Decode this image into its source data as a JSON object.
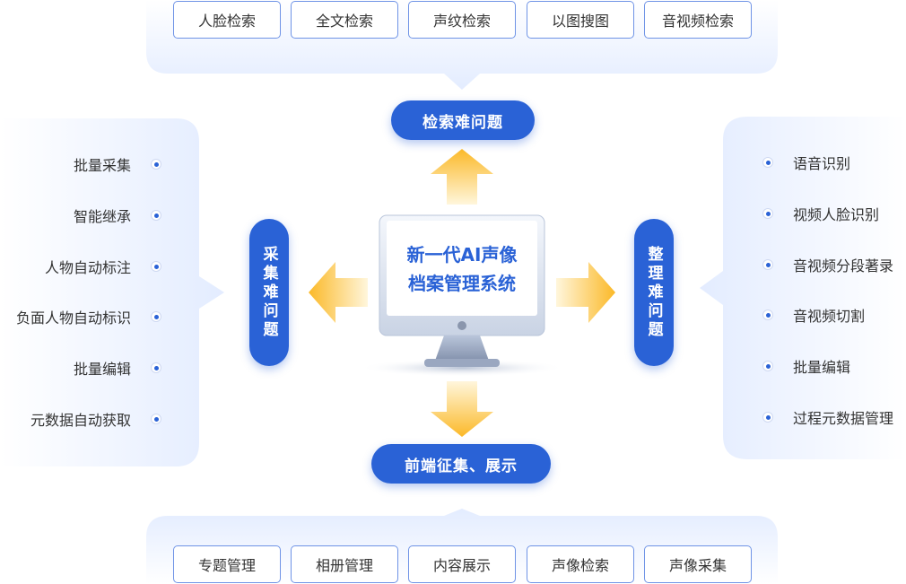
{
  "top_chips": [
    "人脸检索",
    "全文检索",
    "声纹检索",
    "以图搜图",
    "音视频检索"
  ],
  "bottom_chips": [
    "专题管理",
    "相册管理",
    "内容展示",
    "声像检索",
    "声像采集"
  ],
  "left_items": [
    "批量采集",
    "智能继承",
    "人物自动标注",
    "负面人物自动标识",
    "批量编辑",
    "元数据自动获取"
  ],
  "right_items": [
    "语音识别",
    "视频人脸识别",
    "音视频分段著录",
    "音视频切割",
    "批量编辑",
    "过程元数据管理"
  ],
  "center": {
    "line1": "新一代AI声像",
    "line2": "档案管理系统"
  },
  "labels": {
    "top": "检索难问题",
    "bottom": "前端征集、展示",
    "left": "采集难问题",
    "right": "整理难问题"
  },
  "colors": {
    "accent": "#2a62d6",
    "arrow": "#fbc23a",
    "panel": "#eaf1ff"
  }
}
